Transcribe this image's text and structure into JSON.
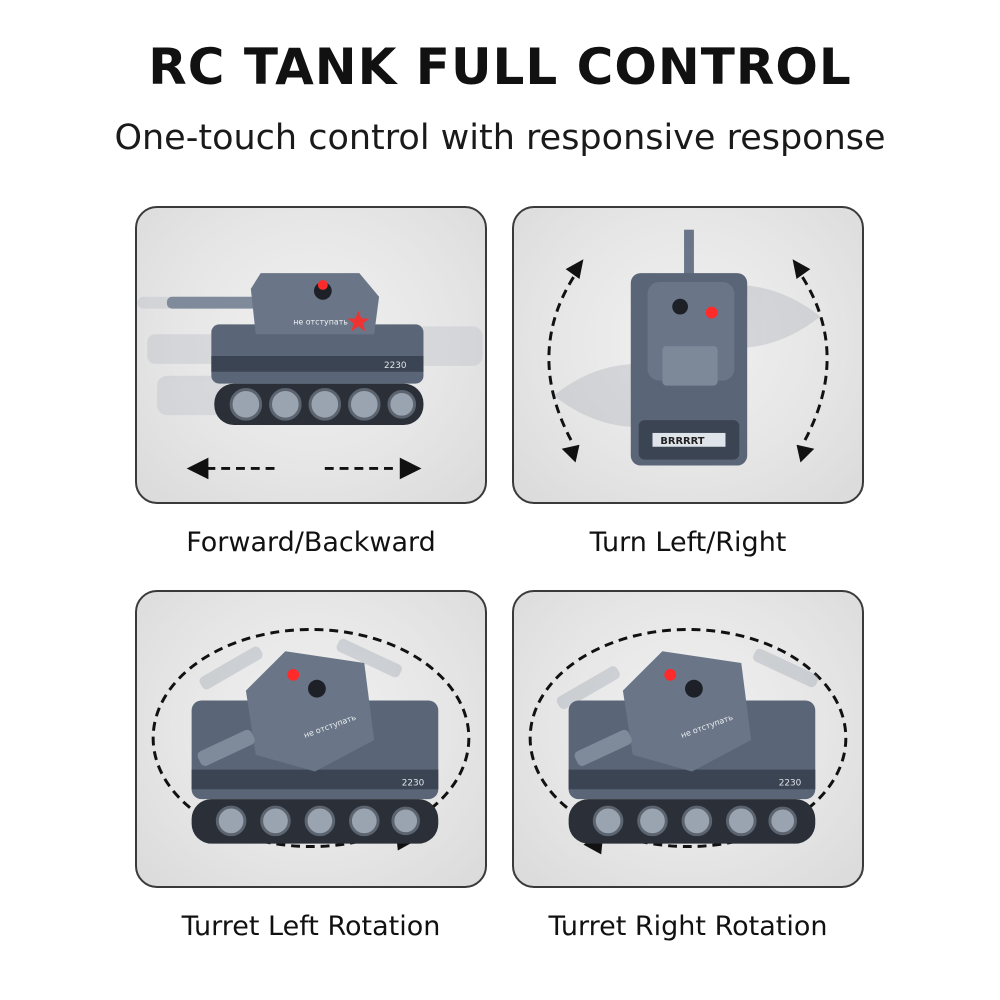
{
  "header": {
    "title": "RC TANK FULL CONTROL",
    "subtitle": "One-touch control with responsive response"
  },
  "panels": [
    {
      "caption": "Forward/Backward",
      "icon": "forward-backward-arrows"
    },
    {
      "caption": "Turn Left/Right",
      "icon": "rotation-arrows"
    },
    {
      "caption": "Turret Left Rotation",
      "icon": "turret-left-arrow"
    },
    {
      "caption": "Turret Right Rotation",
      "icon": "turret-right-arrow"
    }
  ],
  "tank": {
    "hull_text": "2230",
    "turret_text": "не отступать",
    "front_badge": "BRRRRT",
    "colors": {
      "body": "#5a6678",
      "dark": "#3b4452",
      "light": "#8a95a6",
      "led": "#ff2a2a"
    }
  }
}
